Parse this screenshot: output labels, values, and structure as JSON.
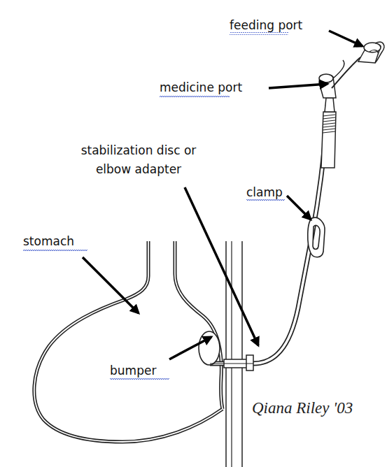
{
  "diagram": {
    "labels": [
      "feeding port",
      "medicine port",
      "stabilization disc or elbow adapter",
      "clamp",
      "stomach",
      "bumper",
      "Qiana Riley '03"
    ]
  }
}
